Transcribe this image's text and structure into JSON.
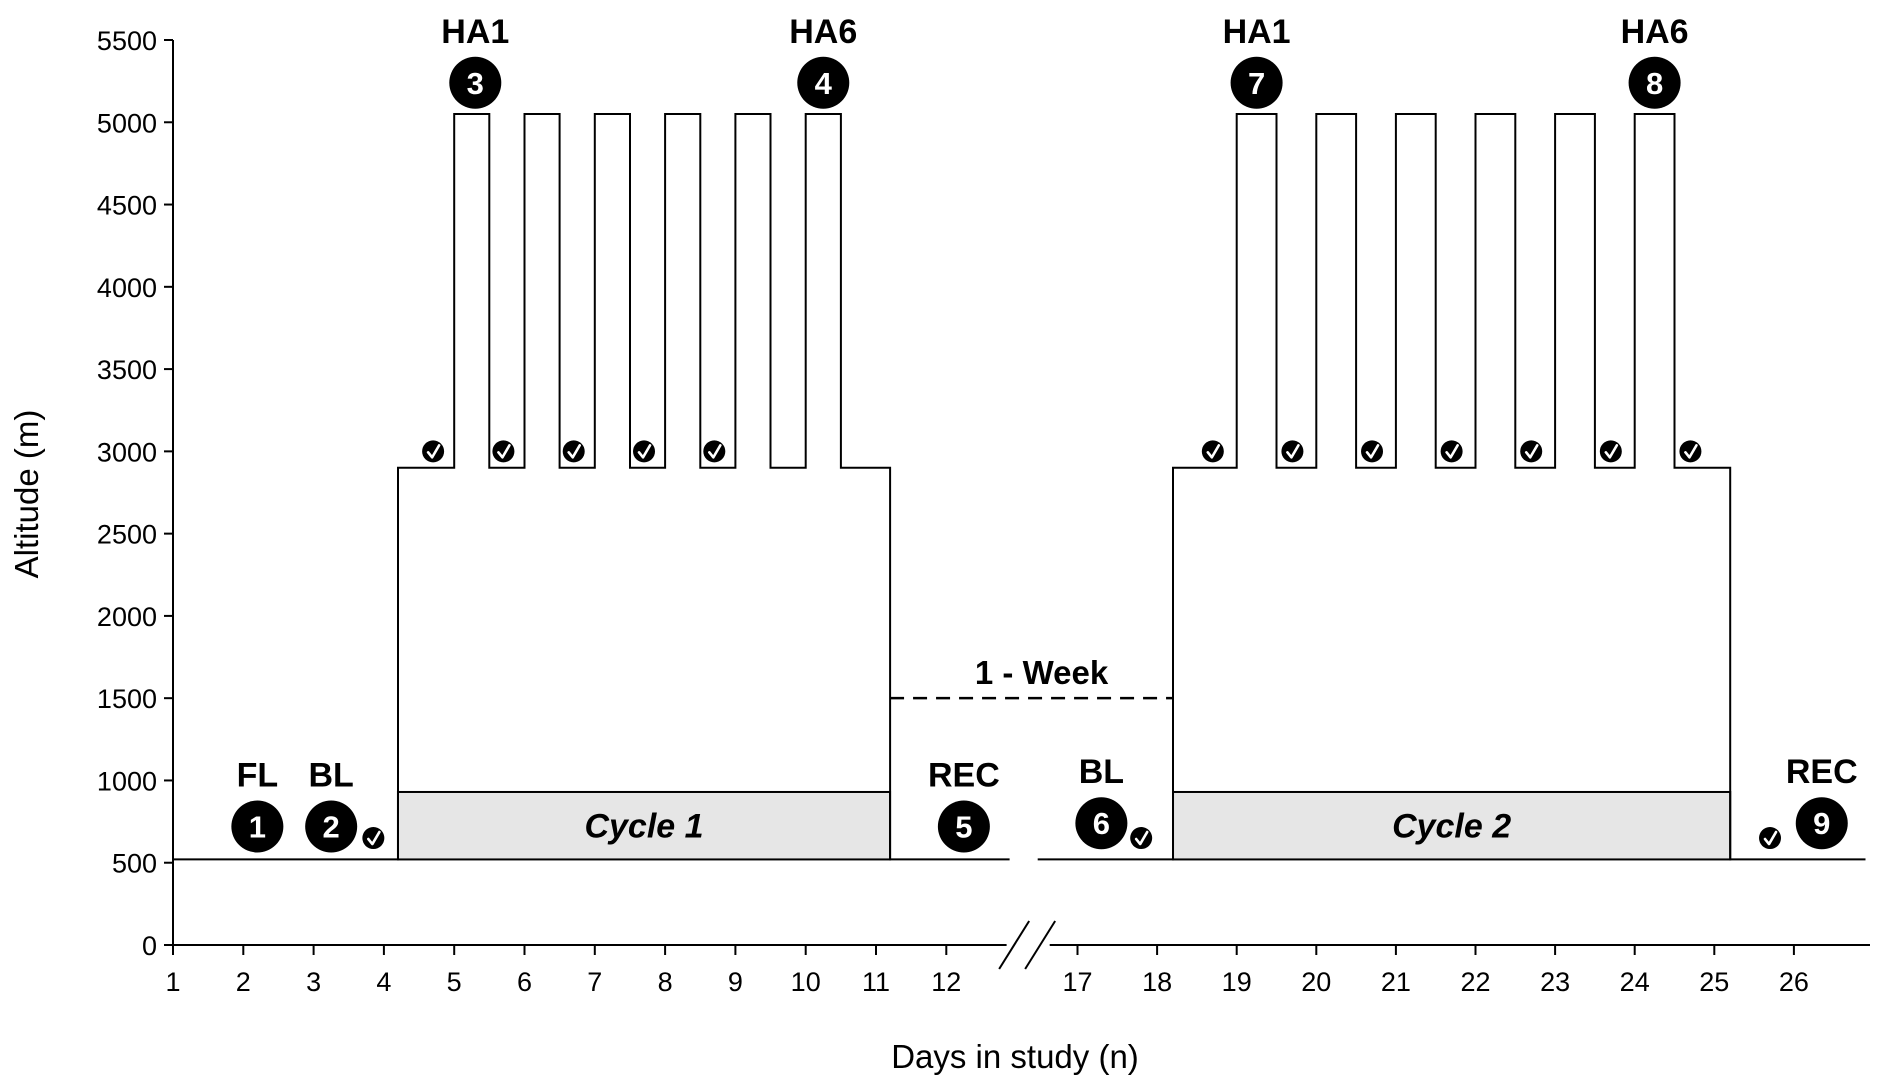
{
  "chart_data": {
    "type": "line",
    "title": "",
    "xlabel": "Days in study (n)",
    "ylabel": "Altitude (m)",
    "ylim": [
      0,
      5500
    ],
    "y_ticks": [
      0,
      500,
      1000,
      1500,
      2000,
      2500,
      3000,
      3500,
      4000,
      4500,
      5000,
      5500
    ],
    "x_tick_labels": [
      "1",
      "2",
      "3",
      "4",
      "5",
      "6",
      "7",
      "8",
      "9",
      "10",
      "11",
      "12",
      "17",
      "18",
      "19",
      "20",
      "21",
      "22",
      "23",
      "24",
      "25",
      "26"
    ],
    "x_axis_break": "between 12 and 17",
    "grid": false,
    "legend": "none",
    "series": [
      {
        "segment": "cycle 1 with flanking baseline and recovery",
        "x": [
          1,
          4.2,
          4.2,
          5,
          5,
          5.5,
          5.5,
          6,
          6,
          6.5,
          6.5,
          7,
          7,
          7.5,
          7.5,
          8,
          8,
          8.5,
          8.5,
          9,
          9,
          9.5,
          9.5,
          10,
          10,
          10.5,
          10.5,
          11.2,
          11.2,
          12.9
        ],
        "y": [
          520,
          520,
          2900,
          2900,
          5050,
          5050,
          2900,
          2900,
          5050,
          5050,
          2900,
          2900,
          5050,
          5050,
          2900,
          2900,
          5050,
          5050,
          2900,
          2900,
          5050,
          5050,
          2900,
          2900,
          5050,
          5050,
          2900,
          2900,
          520,
          520
        ]
      },
      {
        "segment": "cycle 2 with flanking baseline and recovery",
        "x": [
          16.5,
          18.2,
          18.2,
          19,
          19,
          19.5,
          19.5,
          20,
          20,
          20.5,
          20.5,
          21,
          21,
          21.5,
          21.5,
          22,
          22,
          22.5,
          22.5,
          23,
          23,
          23.5,
          23.5,
          24,
          24,
          24.5,
          24.5,
          25.2,
          25.2,
          26.9
        ],
        "y": [
          520,
          520,
          2900,
          2900,
          5050,
          5050,
          2900,
          2900,
          5050,
          5050,
          2900,
          2900,
          5050,
          5050,
          2900,
          2900,
          5050,
          5050,
          2900,
          2900,
          5050,
          5050,
          2900,
          2900,
          5050,
          5050,
          2900,
          2900,
          520,
          520
        ]
      }
    ],
    "gap_line": {
      "x": [
        11.2,
        18.2
      ],
      "y": 1500,
      "style": "dashed",
      "label": "1 - Week"
    },
    "cycle_boxes": [
      {
        "label": "Cycle 1",
        "x": [
          4.2,
          11.2
        ],
        "y": [
          520,
          930
        ]
      },
      {
        "label": "Cycle 2",
        "x": [
          18.2,
          25.2
        ],
        "y": [
          520,
          930
        ]
      }
    ],
    "measurements": [
      {
        "number": "1",
        "label": "FL",
        "x": 2.2,
        "y": 720
      },
      {
        "number": "2",
        "label": "BL",
        "x": 3.25,
        "y": 720
      },
      {
        "number": "3",
        "label": "HA1",
        "x": 5.3,
        "y": 5240
      },
      {
        "number": "4",
        "label": "HA6",
        "x": 10.25,
        "y": 5240
      },
      {
        "number": "5",
        "label": "REC",
        "x": 12.25,
        "y": 720
      },
      {
        "number": "6",
        "label": "BL",
        "x": 17.3,
        "y": 740
      },
      {
        "number": "7",
        "label": "HA1",
        "x": 19.25,
        "y": 5240
      },
      {
        "number": "8",
        "label": "HA6",
        "x": 24.25,
        "y": 5240
      },
      {
        "number": "9",
        "label": "REC",
        "x": 26.35,
        "y": 740
      }
    ],
    "check_marks": [
      {
        "x": 3.85,
        "y": 650
      },
      {
        "x": 4.7,
        "y": 3000
      },
      {
        "x": 5.7,
        "y": 3000
      },
      {
        "x": 6.7,
        "y": 3000
      },
      {
        "x": 7.7,
        "y": 3000
      },
      {
        "x": 8.7,
        "y": 3000
      },
      {
        "x": 17.8,
        "y": 650
      },
      {
        "x": 18.7,
        "y": 3000
      },
      {
        "x": 19.7,
        "y": 3000
      },
      {
        "x": 20.7,
        "y": 3000
      },
      {
        "x": 21.7,
        "y": 3000
      },
      {
        "x": 22.7,
        "y": 3000
      },
      {
        "x": 23.7,
        "y": 3000
      },
      {
        "x": 24.7,
        "y": 3000
      },
      {
        "x": 25.7,
        "y": 650
      }
    ],
    "colors": {
      "line": "#000000",
      "cycle_box_fill": "#e6e6e6",
      "marker_fill": "#000000",
      "marker_text": "#ffffff"
    }
  }
}
